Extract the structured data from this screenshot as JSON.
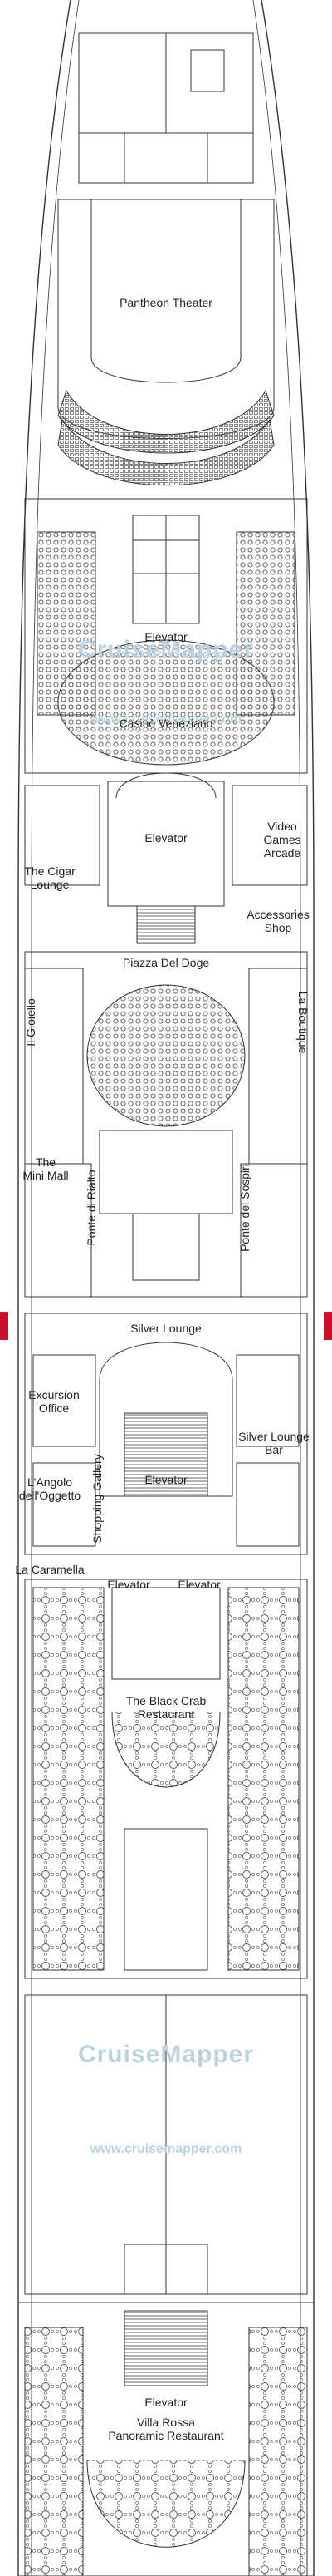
{
  "map": {
    "colors": {
      "line": "#333333",
      "fill": "#ffffff",
      "seat": "#555555",
      "watermark": "#b9d3e2",
      "marker": "#c8102e"
    },
    "venues": {
      "pantheon_theater": "Pantheon Theater",
      "elevator_1": "Elevator",
      "casino": "Casinò Veneziano",
      "elevator_2": "Elevator",
      "video_games": "Video\nGames\nArcade",
      "cigar_lounge": "The Cigar\nLounge",
      "accessories_shop": "Accessories\nShop",
      "piazza": "Piazza Del Doge",
      "il_gioiello": "Il Gioiello",
      "la_boutique": "La Boutique",
      "mini_mall": "The\nMini Mall",
      "ponte_rialto": "Ponte di Rialto",
      "ponte_sospiri": "Ponte dei Sospiri",
      "silver_lounge": "Silver Lounge",
      "excursion_office": "Excursion\nOffice",
      "silver_lounge_bar": "Silver Lounge\nBar",
      "elevator_3": "Elevator",
      "angolo": "L'Angolo\ndell'Oggetto",
      "shopping_gallery": "Shopping Gallery",
      "la_caramella": "La Caramella",
      "elevator_4": "Elevator",
      "elevator_5": "Elevator",
      "black_crab": "The Black Crab\nRestaurant",
      "elevator_6": "Elevator",
      "villa_rossa": "Villa Rossa\nPanoramic Restaurant"
    },
    "watermark": {
      "name": "CruiseMapper",
      "url": "www.cruisemapper.com"
    }
  }
}
